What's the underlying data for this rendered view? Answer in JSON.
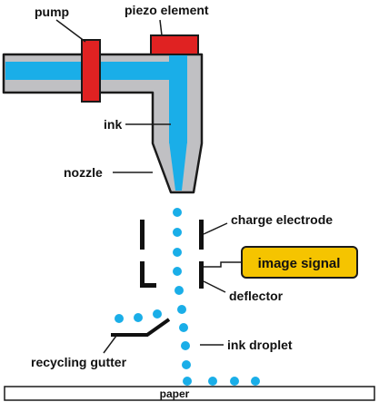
{
  "labels": {
    "pump": "pump",
    "piezo": "piezo element",
    "ink": "ink",
    "nozzle": "nozzle",
    "charge_electrode": "charge electrode",
    "image_signal": "image signal",
    "deflector": "deflector",
    "ink_droplet": "ink droplet",
    "recycling_gutter": "recycling gutter",
    "paper": "paper"
  },
  "colors": {
    "ink": "#1aaee8",
    "housing": "#c0c0c3",
    "outline": "#1a1a1a",
    "actuator": "#e02222",
    "signal_box": "#f5c400",
    "electrode": "#111111",
    "paper": "#ffffff"
  }
}
